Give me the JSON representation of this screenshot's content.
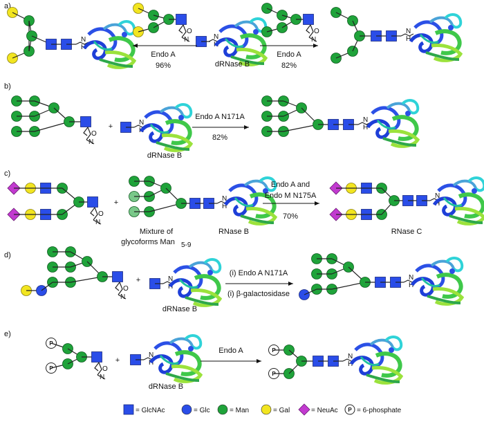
{
  "rows": [
    {
      "label": "a)",
      "left_conditions": [
        "Endo A",
        "96%"
      ],
      "right_conditions": [
        "Endo A",
        "82%"
      ],
      "center_caption": "dRNase B"
    },
    {
      "label": "b)",
      "conditions": [
        "Endo A N171A",
        "82%"
      ],
      "caption": "dRNase B",
      "plus": "+"
    },
    {
      "label": "c)",
      "conditions": [
        "Endo A and",
        "Endo M N175A",
        "70%"
      ],
      "captions": [
        "Mixture of",
        "glycoforms Man",
        "5-9",
        "RNase B",
        "RNase C"
      ],
      "plus": "+"
    },
    {
      "label": "d)",
      "conditions": [
        "(i) Endo A N171A",
        "(i) β-galactosidase"
      ],
      "caption": "dRNase B",
      "plus": "+"
    },
    {
      "label": "e)",
      "conditions": [
        "Endo A"
      ],
      "caption": "dRNase B",
      "plus": "+"
    }
  ],
  "legend": [
    {
      "shape": "square",
      "color": "#2a4de8",
      "text": "= GlcNAc"
    },
    {
      "shape": "circle",
      "color": "#2a4de8",
      "text": "= Glc"
    },
    {
      "shape": "circle",
      "color": "#1fa33a",
      "text": "= Man"
    },
    {
      "shape": "circle",
      "color": "#f2e520",
      "text": "= Gal"
    },
    {
      "shape": "diamond",
      "color": "#c23ad0",
      "text": "= NeuAc"
    },
    {
      "shape": "phosphate",
      "color": "#ffffff",
      "text": "= 6-phosphate",
      "symbol": "P"
    }
  ],
  "linker_label": "N",
  "linker_h": "H",
  "oxazoline_o": "O",
  "oxazoline_n": "N"
}
